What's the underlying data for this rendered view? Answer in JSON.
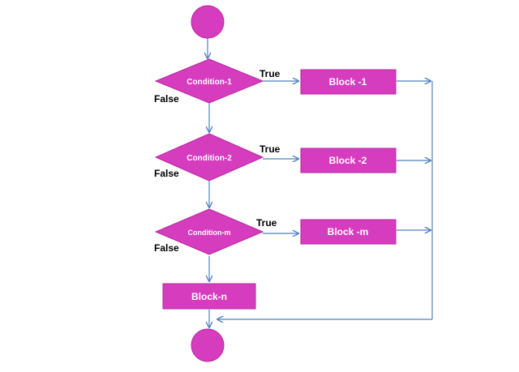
{
  "diagram": {
    "conditions": [
      {
        "label": "Condition-1",
        "true_label": "True",
        "false_label": "False"
      },
      {
        "label": "Condition-2",
        "true_label": "True",
        "false_label": "False"
      },
      {
        "label": "Condition-m",
        "true_label": "True",
        "false_label": "False"
      }
    ],
    "blocks": [
      {
        "label": "Block -1"
      },
      {
        "label": "Block -2"
      },
      {
        "label": "Block -m"
      }
    ],
    "default_block": {
      "label": "Block-n"
    },
    "colors": {
      "shape_fill": "#D63CBE",
      "shape_stroke": "#B528A0",
      "connector": "#4F81BD",
      "text_on_shape": "#FFFFFF",
      "edge_label": "#000000"
    }
  }
}
